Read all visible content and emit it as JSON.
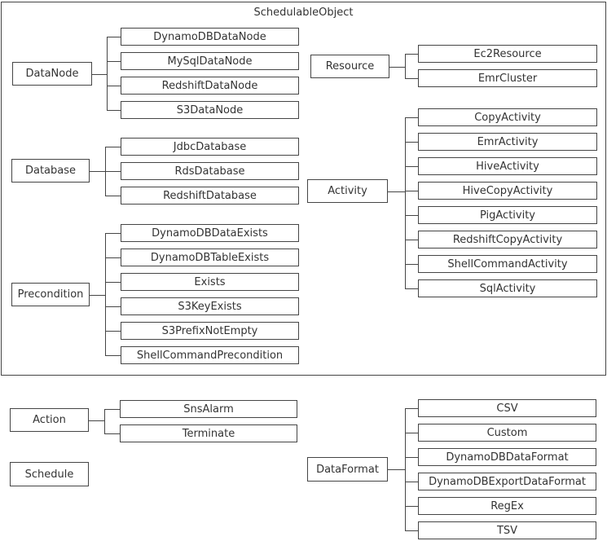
{
  "diagram": {
    "title": "SchedulableObject",
    "colors": {
      "line": "#454545",
      "text": "#333333",
      "background": "#ffffff"
    },
    "groups": [
      {
        "id": "datanode",
        "parent": "DataNode",
        "children": [
          "DynamoDBDataNode",
          "MySqlDataNode",
          "RedshiftDataNode",
          "S3DataNode"
        ]
      },
      {
        "id": "database",
        "parent": "Database",
        "children": [
          "JdbcDatabase",
          "RdsDatabase",
          "RedshiftDatabase"
        ]
      },
      {
        "id": "precondition",
        "parent": "Precondition",
        "children": [
          "DynamoDBDataExists",
          "DynamoDBTableExists",
          "Exists",
          "S3KeyExists",
          "S3PrefixNotEmpty",
          "ShellCommandPrecondition"
        ]
      },
      {
        "id": "resource",
        "parent": "Resource",
        "children": [
          "Ec2Resource",
          "EmrCluster"
        ]
      },
      {
        "id": "activity",
        "parent": "Activity",
        "children": [
          "CopyActivity",
          "EmrActivity",
          "HiveActivity",
          "HiveCopyActivity",
          "PigActivity",
          "RedshiftCopyActivity",
          "ShellCommandActivity",
          "SqlActivity"
        ]
      },
      {
        "id": "action",
        "parent": "Action",
        "children": [
          "SnsAlarm",
          "Terminate"
        ]
      },
      {
        "id": "schedule",
        "parent": "Schedule",
        "children": []
      },
      {
        "id": "dataformat",
        "parent": "DataFormat",
        "children": [
          "CSV",
          "Custom",
          "DynamoDBDataFormat",
          "DynamoDBExportDataFormat",
          "RegEx",
          "TSV"
        ]
      }
    ]
  }
}
